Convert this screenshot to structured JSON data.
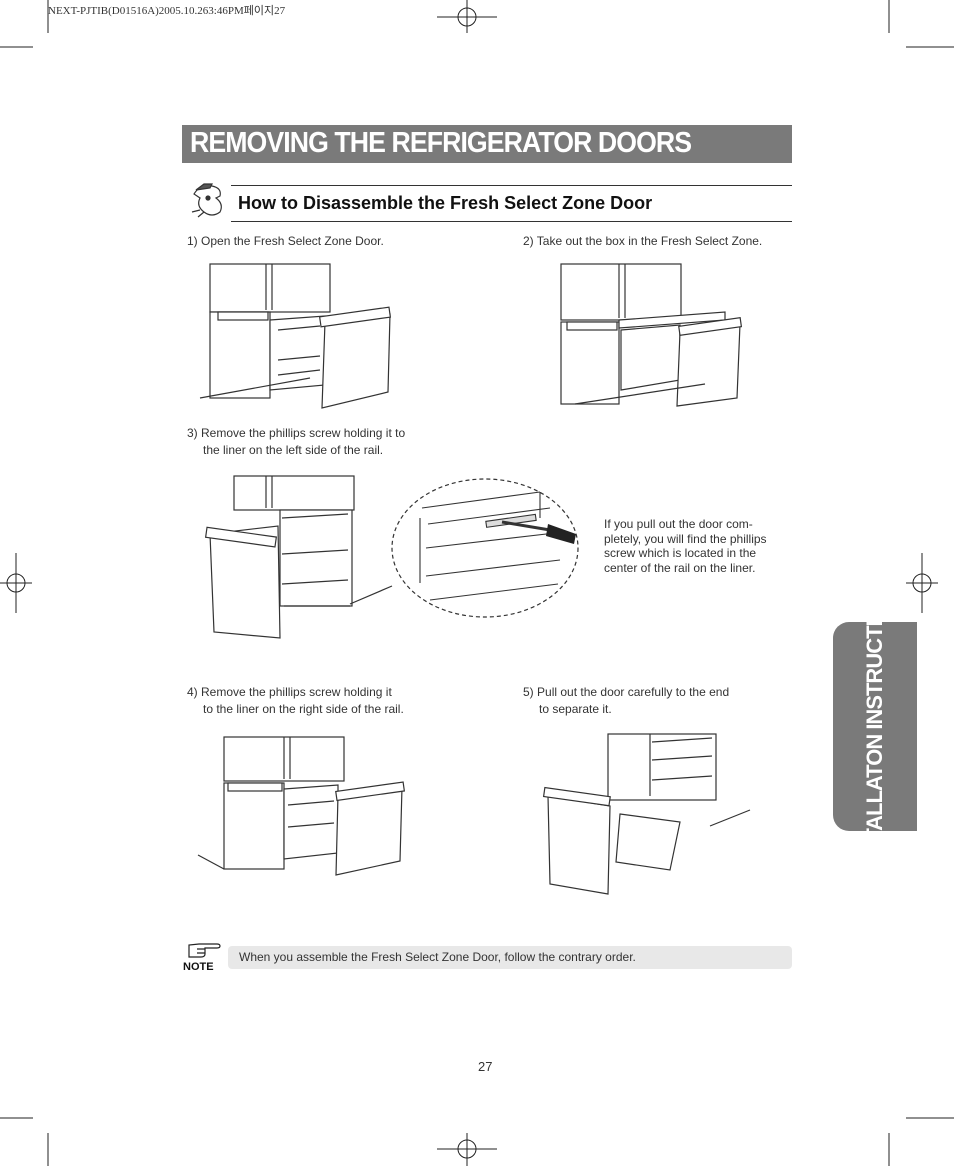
{
  "print_slug": "NEXT-PJTIB(D01516A)2005.10.263:46PM페이지27",
  "title": "REMOVING THE REFRIGERATOR DOORS",
  "subheading": "How to Disassemble the Fresh Select Zone Door",
  "steps": [
    {
      "num": "1)",
      "line1": "Open the Fresh Select Zone Door.",
      "line2": ""
    },
    {
      "num": "2)",
      "line1": "Take out the box in the Fresh Select Zone.",
      "line2": ""
    },
    {
      "num": "3)",
      "line1": "Remove the phillips screw holding it to",
      "line2": "the liner on the left side of the rail."
    },
    {
      "num": "4)",
      "line1": "Remove the phillips screw holding it",
      "line2": "to the liner on the right side of the rail."
    },
    {
      "num": "5)",
      "line1": "Pull out the door carefully to the end",
      "line2": "to separate it."
    }
  ],
  "callout": {
    "lines": [
      "If you pull out the door com-",
      "pletely, you will find the phillips",
      "screw  which is located in the",
      "center of the rail on the liner."
    ]
  },
  "side_tab": "INSTALLATON INSTRUCTIONS",
  "note": {
    "label": "NOTE",
    "text": "When you assemble the Fresh Select Zone Door, follow the contrary order."
  },
  "page_number": "27",
  "icons": [
    "registration-mark-icon",
    "crop-mark-icon",
    "mascot-icon",
    "pointing-hand-icon"
  ],
  "colors": {
    "title_bar": "#7a7a7a",
    "side_tab": "#7a7a7a",
    "note_box": "#e8e8e8"
  }
}
